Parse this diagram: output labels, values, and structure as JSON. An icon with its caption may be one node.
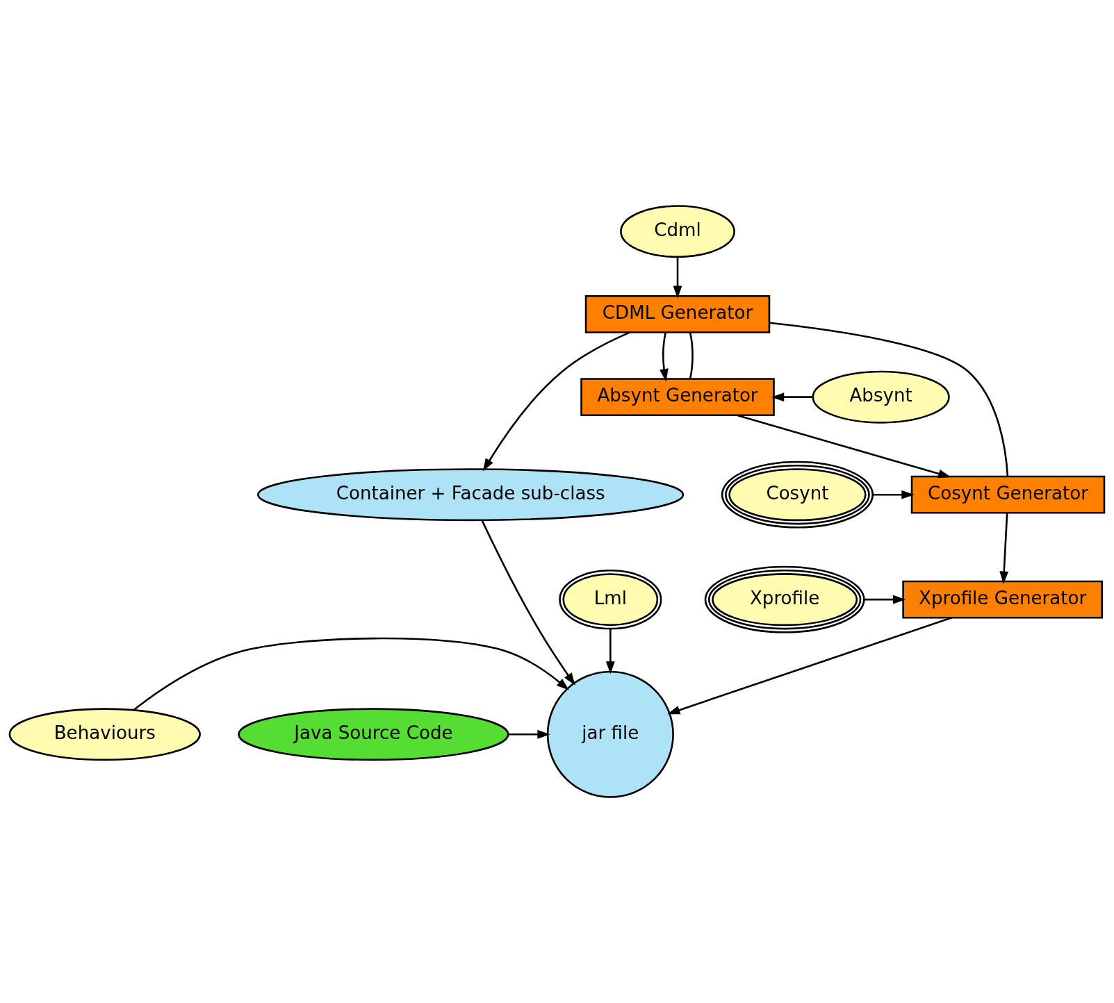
{
  "diagram": {
    "nodes": [
      {
        "text": [
          "Cdml"
        ]
      },
      {
        "text": [
          "CDML Generator"
        ]
      },
      {
        "text": [
          "Absynt"
        ]
      },
      {
        "text": [
          "Absynt Generator"
        ]
      },
      {
        "text": [
          "Container + Facade sub-class"
        ]
      },
      {
        "text": [
          "Cosynt Generator"
        ]
      },
      {
        "text": [
          "Cosynt"
        ]
      },
      {
        "text": [
          "Xprofile Generator"
        ]
      },
      {
        "text": [
          "Xprofile"
        ]
      },
      {
        "text": [
          "Lml"
        ]
      },
      {
        "text": [
          "Java Source Code"
        ]
      },
      {
        "text": [
          "jar file"
        ]
      },
      {
        "text": [
          "Behaviours"
        ]
      }
    ],
    "edges": [
      {
        "from": 0,
        "to": 1,
        "arrow": "to"
      },
      {
        "from": 1,
        "to": 3,
        "arrow": "to"
      },
      {
        "from": 1,
        "to": 4,
        "arrow": "to"
      },
      {
        "from": 1,
        "to": 3,
        "arrow": "none"
      },
      {
        "from": 1,
        "to": 5,
        "arrow": "none"
      },
      {
        "from": 2,
        "to": 3,
        "arrow": "to"
      },
      {
        "from": 3,
        "to": 5,
        "arrow": "to"
      },
      {
        "from": 6,
        "to": 5,
        "arrow": "to"
      },
      {
        "from": 5,
        "to": 7,
        "arrow": "to"
      },
      {
        "from": 8,
        "to": 7,
        "arrow": "to"
      },
      {
        "from": 7,
        "to": 11,
        "arrow": "to"
      },
      {
        "from": 4,
        "to": 11,
        "arrow": "to"
      },
      {
        "from": 10,
        "to": 11,
        "arrow": "to"
      },
      {
        "from": 9,
        "to": 11,
        "arrow": "to"
      },
      {
        "from": 12,
        "to": 11,
        "arrow": "to"
      }
    ]
  }
}
